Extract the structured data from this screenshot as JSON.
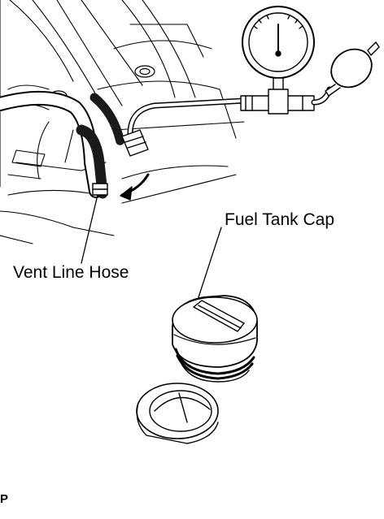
{
  "labels": {
    "fuel_tank_cap": "Fuel Tank Cap",
    "vent_line_hose": "Vent Line Hose",
    "figure_code": "P"
  },
  "colors": {
    "line": "#000000",
    "background": "#ffffff",
    "rubber_fill": "#1a1a1a"
  }
}
